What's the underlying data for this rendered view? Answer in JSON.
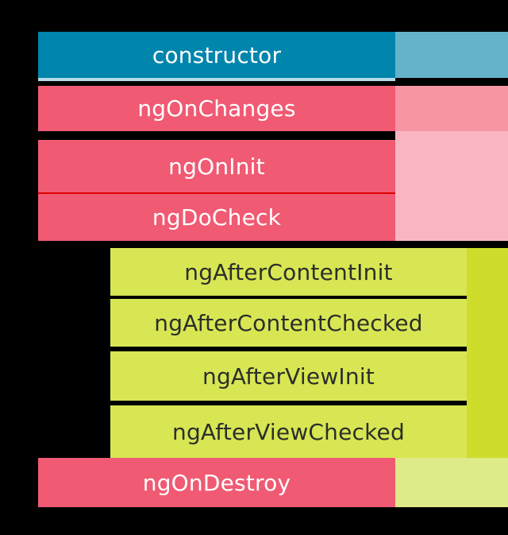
{
  "diagram": {
    "hooks": [
      {
        "label": "constructor",
        "color": "#0085ad",
        "side_color": "#64b3ca"
      },
      {
        "label": "ngOnChanges",
        "color": "#f05a73",
        "side_color": "#f795a5"
      },
      {
        "label": "ngOnInit",
        "color": "#f05a73",
        "side_color": "#f9b6c1"
      },
      {
        "label": "ngDoCheck",
        "color": "#f05a73",
        "side_color": "#f9b6c1"
      },
      {
        "label": "ngAfterContentInit",
        "color": "#d8e653",
        "side_color": "#cedc2c"
      },
      {
        "label": "ngAfterContentChecked",
        "color": "#d8e653",
        "side_color": "#cedc2c"
      },
      {
        "label": "ngAfterViewInit",
        "color": "#d8e653",
        "side_color": "#cedc2c"
      },
      {
        "label": "ngAfterViewChecked",
        "color": "#d8e653",
        "side_color": "#cedc2c"
      },
      {
        "label": "ngOnDestroy",
        "color": "#f05a73",
        "side_color": "#dfea88"
      }
    ],
    "colors": {
      "background": "#000000",
      "separator": "#ffffff",
      "init_docheck_divider": "#e00000",
      "constructor_underline": "#b8dbe6"
    }
  }
}
